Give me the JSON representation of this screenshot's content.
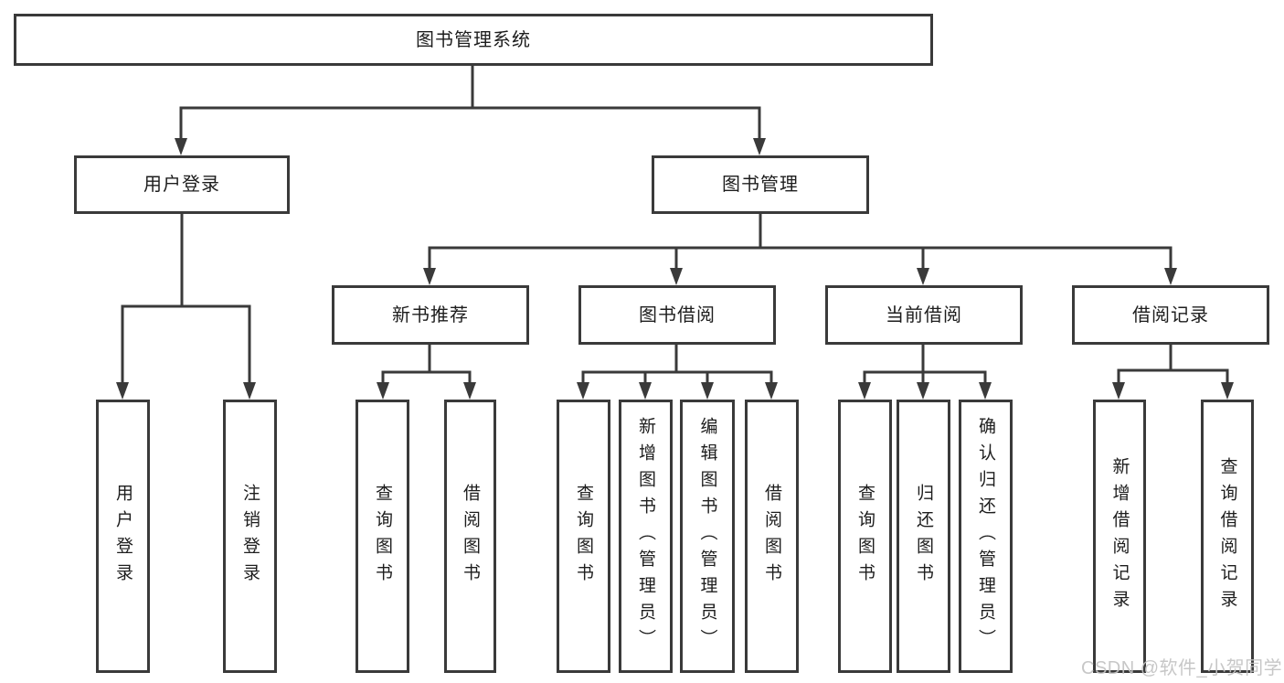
{
  "diagram_title": "图书管理系统",
  "tree": {
    "root": {
      "label": "图书管理系统",
      "children": [
        {
          "label": "用户登录",
          "children": [
            {
              "label": "用户登录"
            },
            {
              "label": "注销登录"
            }
          ]
        },
        {
          "label": "图书管理",
          "children": [
            {
              "label": "新书推荐",
              "children": [
                {
                  "label": "查询图书"
                },
                {
                  "label": "借阅图书"
                }
              ]
            },
            {
              "label": "图书借阅",
              "children": [
                {
                  "label": "查询图书"
                },
                {
                  "label": "新增图书（管理员）"
                },
                {
                  "label": "编辑图书（管理员）"
                },
                {
                  "label": "借阅图书"
                }
              ]
            },
            {
              "label": "当前借阅",
              "children": [
                {
                  "label": "查询图书"
                },
                {
                  "label": "归还图书"
                },
                {
                  "label": "确认归还（管理员）"
                }
              ]
            },
            {
              "label": "借阅记录",
              "children": [
                {
                  "label": "新增借阅记录"
                },
                {
                  "label": "查询借阅记录"
                }
              ]
            }
          ]
        }
      ]
    }
  },
  "watermark": {
    "text": "CSDN @软件_小贺同学"
  },
  "colors": {
    "line": "#3a3a3a",
    "box_border": "#3a3a3a",
    "box_background": "#ffffff",
    "text": "#1d1d1d",
    "watermark": "#c3c3c3",
    "page_background": "#ffffff"
  }
}
